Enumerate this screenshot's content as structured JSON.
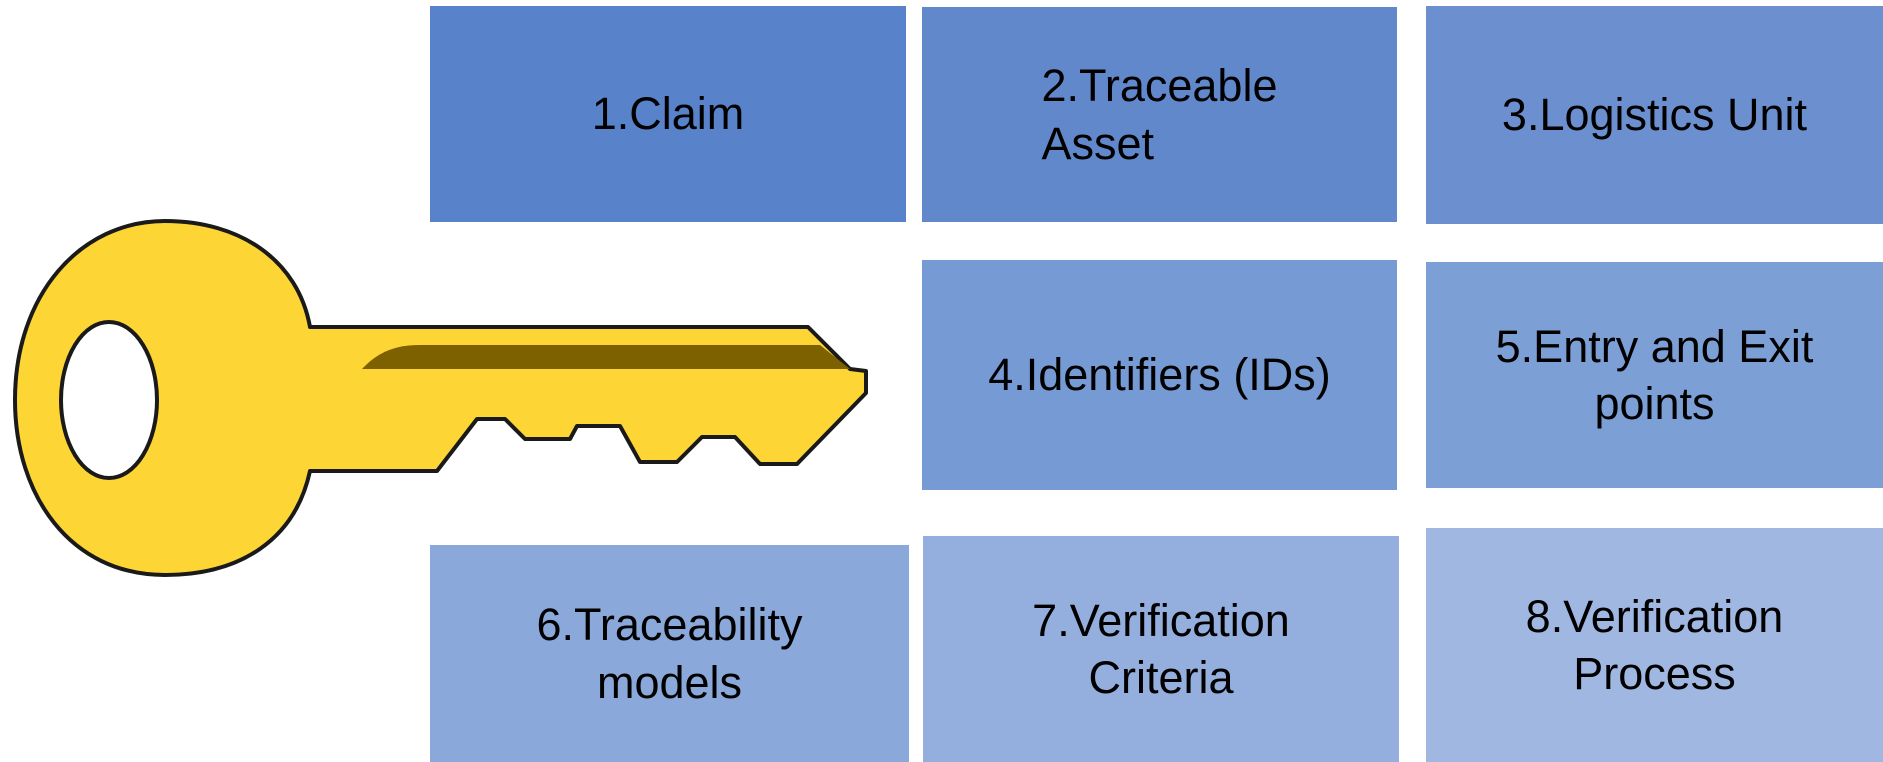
{
  "key_graphic": {
    "icon": "key-icon",
    "colors": {
      "body": "#fdd535",
      "outline": "#1a1a1a",
      "groove": "#7d6100",
      "hole": "#ffffff"
    }
  },
  "tiles": [
    {
      "id": "claim",
      "label": "1.Claim",
      "color": "#5882c9"
    },
    {
      "id": "traceable-asset",
      "label": "2.Traceable\nAsset",
      "color": "#6288cc"
    },
    {
      "id": "logistics-unit",
      "label": "3.Logistics Unit",
      "color": "#6c90cf"
    },
    {
      "id": "identifiers",
      "label": "4.Identifiers (IDs)",
      "color": "#769ad4"
    },
    {
      "id": "entry-exit-points",
      "label": "5.Entry and Exit\npoints",
      "color": "#7c9fd6"
    },
    {
      "id": "traceability-models",
      "label": "6.Traceability\nmodels",
      "color": "#8aa8da"
    },
    {
      "id": "verification-criteria",
      "label": "7.Verification\nCriteria",
      "color": "#94afde"
    },
    {
      "id": "verification-process",
      "label": "8.Verification\nProcess",
      "color": "#9fb7e1"
    }
  ]
}
